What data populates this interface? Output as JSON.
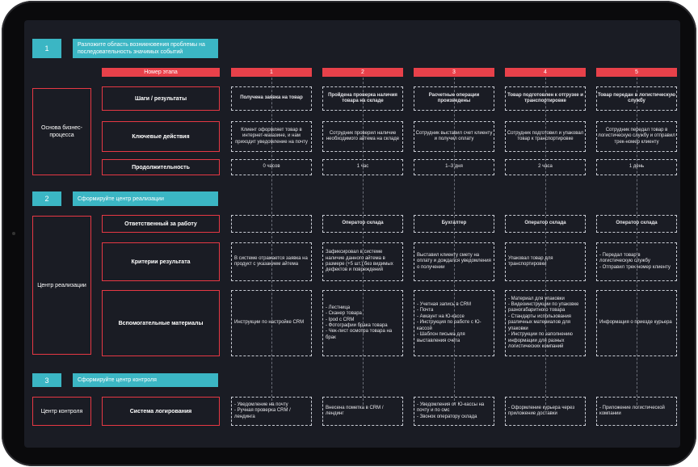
{
  "sections": [
    {
      "number": "1",
      "title": "Разложите область возникновения проблемы на последовательность значимых событий"
    },
    {
      "number": "2",
      "title": "Сформируйте центр реализации"
    },
    {
      "number": "3",
      "title": "Сформируйте центр контроля"
    }
  ],
  "stage_header_label": "Номер этапа",
  "stages": [
    "1",
    "2",
    "3",
    "4",
    "5"
  ],
  "categories": {
    "business": "Основа бизнес-процесса",
    "realization": "Центр реализации",
    "control": "Центр контроля"
  },
  "row_labels": {
    "steps": "Шаги / результаты",
    "actions": "Ключевые действия",
    "duration": "Продолжительность",
    "responsible": "Ответственный за работу",
    "criteria": "Критерии результата",
    "materials": "Вспомогательные материалы",
    "logging": "Система логирования"
  },
  "steps": [
    "Получена заявка на товар",
    "Пройдена проверка наличия товара на складе",
    "Расчетные операции произведены",
    "Товар подготовлен к отгрузке и транспортировке",
    "Товар передан в логистическую службу"
  ],
  "actions": [
    "Клиент оформляет товар в интернет-магазине, и нам приходит уведомление на почту",
    "Сотрудник проверил наличие необходимого айтема на складе",
    "Сотрудник выставил счет клиенту и получил оплату",
    "Сотрудник подготовил и упаковал товар к транспортировке",
    "Сотрудник передал товар в логистическую службу и отправил трек-номер клиенту"
  ],
  "durations": [
    "0 часов",
    "1 час",
    "1–3 дня",
    "2 часа",
    "1 день"
  ],
  "responsible": [
    "",
    "Оператор склада",
    "Бухгалтер",
    "Оператор склада",
    "Оператор склада"
  ],
  "criteria": [
    "В системе отражается заявка на продукт с указанием айтема",
    "Зафиксировал в системе наличие данного айтема в размере (+5 шт.) без видимых дефектов и повреждений",
    "Выставил клиенту смету на оплату и дождался уведомления о получении",
    "Упаковал товар для транспортировки",
    "- Передал товар в логистическую службу\n- Отправил трек-номер клиенту"
  ],
  "materials": [
    "Инструкции по настройке CRM",
    "- Лестница\n- Сканер товара\n- Ipod с CRM\n- Фотографии брака товара\n- Чек-лист осмотра товара на брак",
    "- Учетная запись в CRM\n- Почта\n- Аккаунт на Ю-кассе\n- Инструкция по работе с Ю-кассой\n- Шаблон письма для выставления счета",
    "- Материал для упаковки\n- Видеоинструкции по упаковке разногабаритного товара\n- Стандарты использования различных материалов для упаковки\n- Инструкции по заполнению информации для разных логистических компаний",
    "Информация о приезде курьера"
  ],
  "logging": [
    "- Уведомление на почту\n- Ручная проверка CRM / лендинга",
    "Внесена пометка в CRM / лендинг",
    "- Уведомления от Ю-кассы на почту и по смс\n- Звонок оператору склада",
    "- Оформление курьера через приложение доставки",
    "- Приложение логистической компании"
  ],
  "colors": {
    "accent_teal": "#3bb6c4",
    "accent_red": "#e8414a",
    "background": "#1a1c24"
  }
}
